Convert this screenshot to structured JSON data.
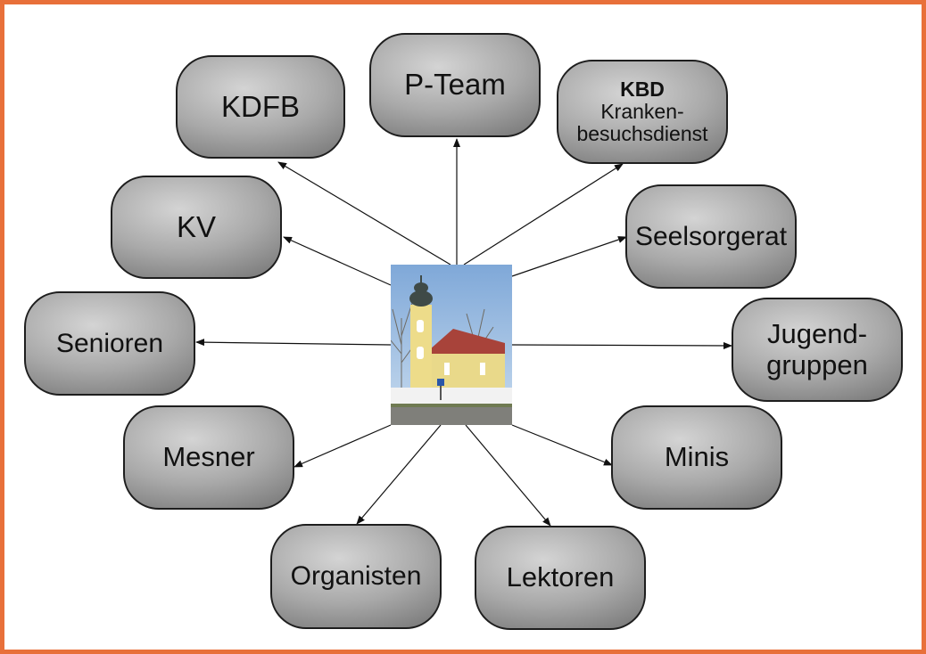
{
  "diagram": {
    "center": {
      "image": "church-photo"
    },
    "nodes": {
      "kdfb": "KDFB",
      "p_team": "P-Team",
      "kbd": {
        "title": "KBD",
        "line1": "Kranken-",
        "line2": "besuchsdienst"
      },
      "kv": "KV",
      "seelsorgerat": "Seelsorgerat",
      "senioren": "Senioren",
      "jugend": {
        "line1": "Jugend-",
        "line2": "gruppen"
      },
      "mesner": "Mesner",
      "minis": "Minis",
      "organisten": "Organisten",
      "lektoren": "Lektoren"
    },
    "colors": {
      "frame": "#e8703a",
      "node_fill": "#a9a9a9",
      "node_border": "#1e1e1e",
      "arrow": "#111111"
    }
  }
}
